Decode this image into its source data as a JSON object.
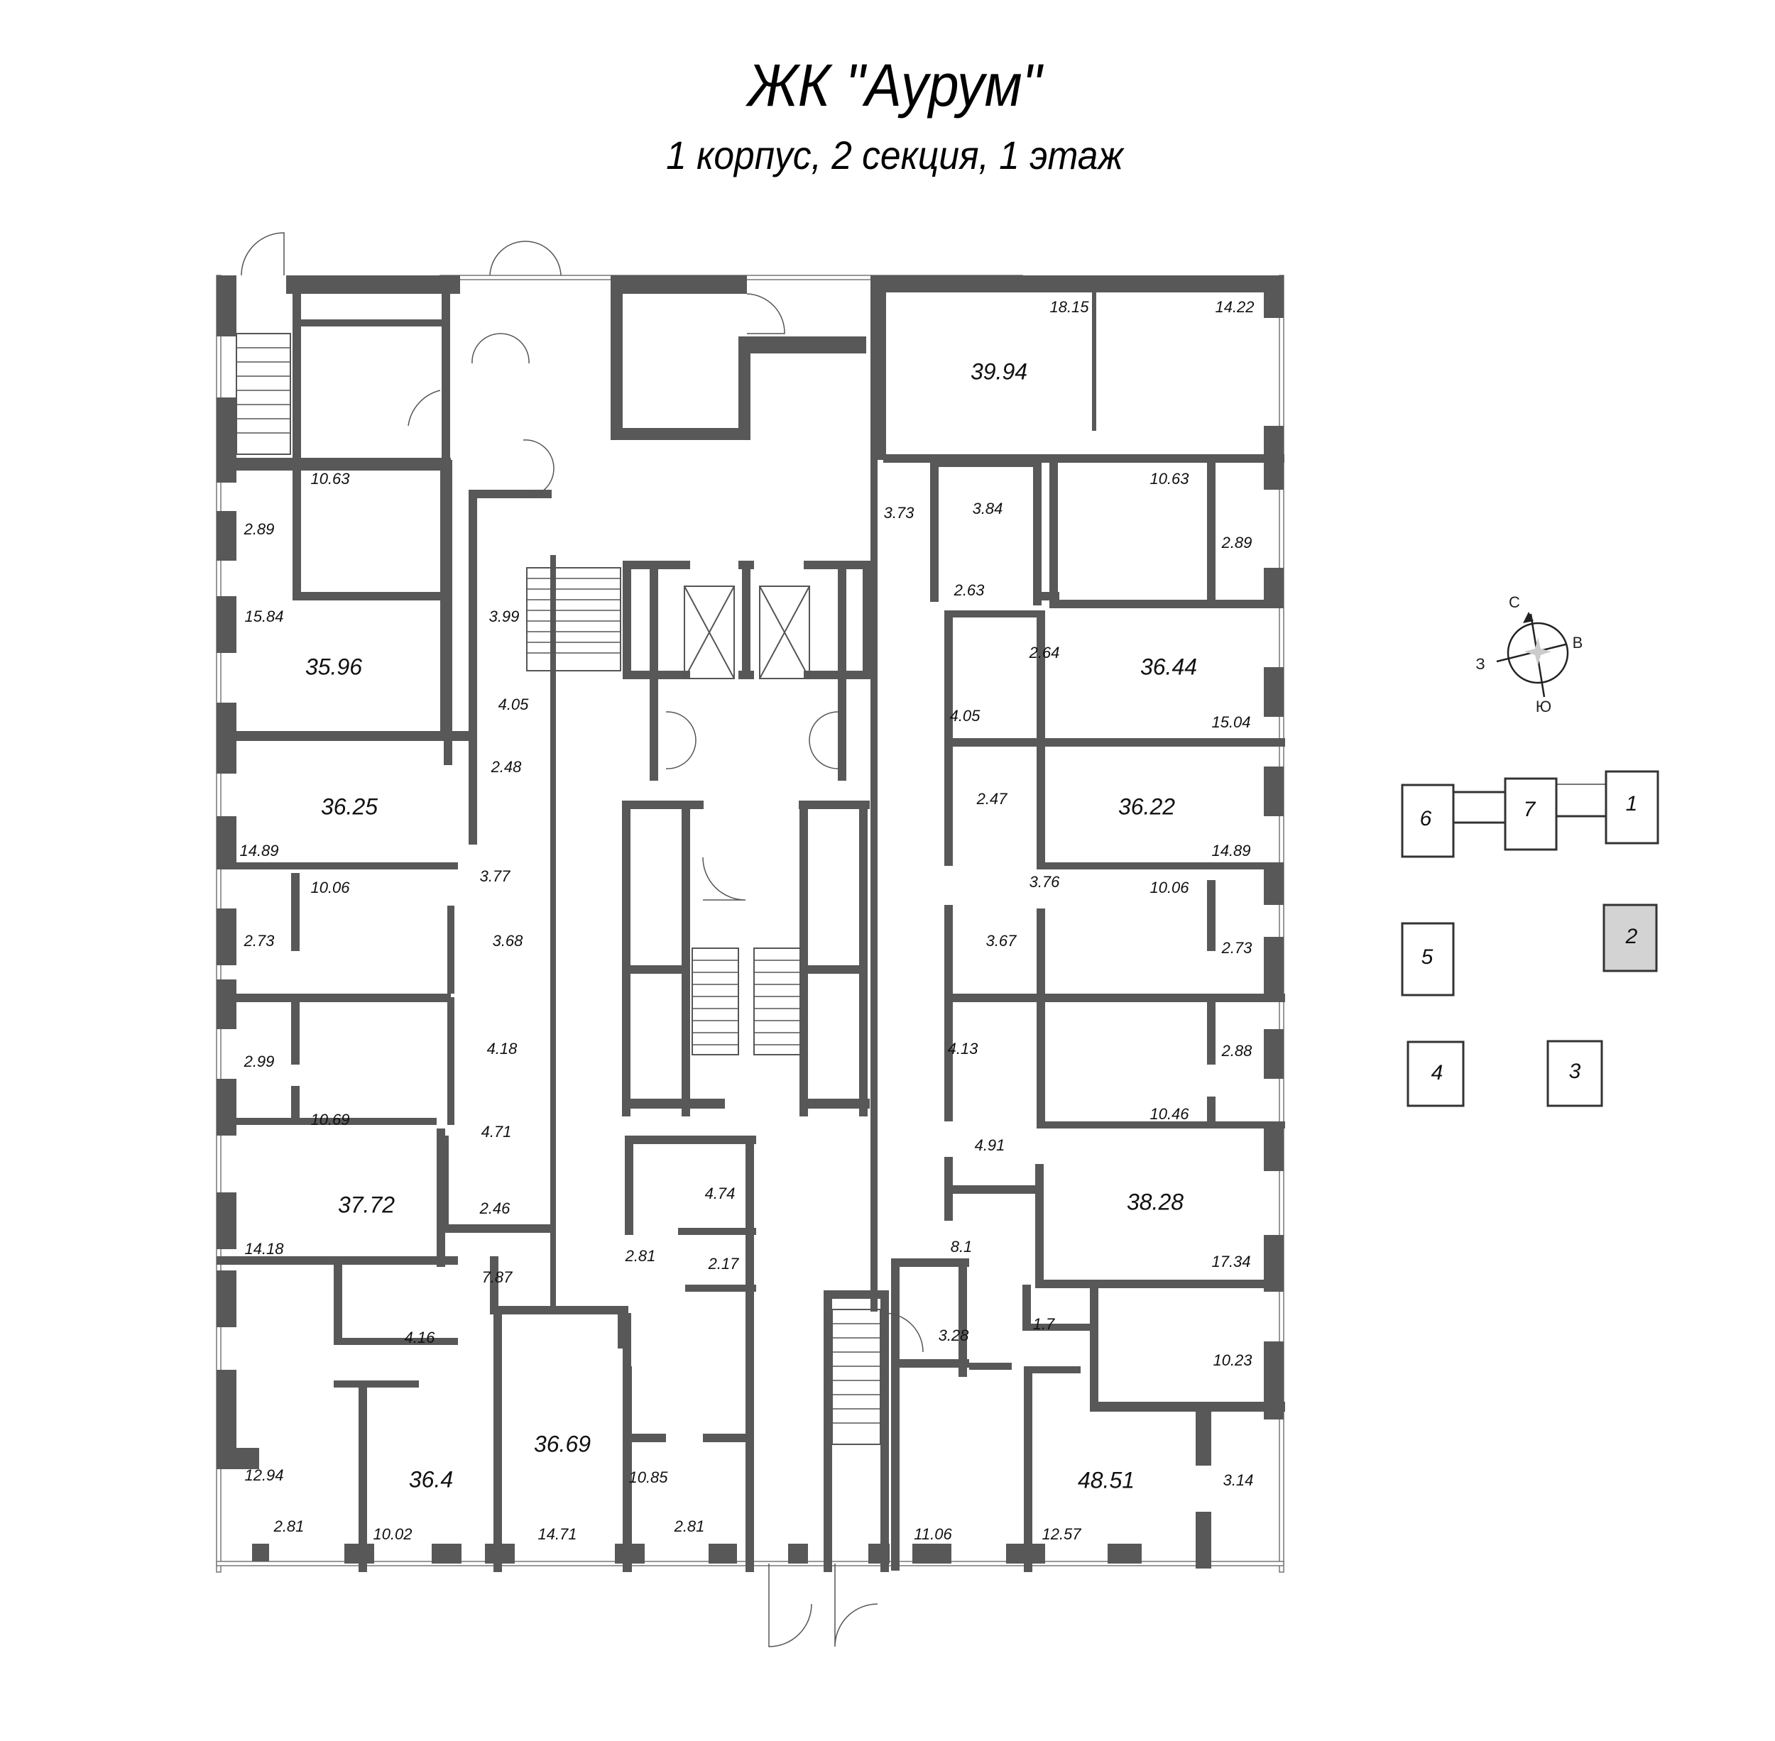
{
  "header": {
    "title": "ЖК \"Аурум\"",
    "subtitle": "1 корпус, 2 секция, 1 этаж"
  },
  "colors": {
    "wall": "#585858",
    "selected_section": "#d3d3d3",
    "background": "#ffffff"
  },
  "compass": {
    "icon": "compass-rose-icon",
    "north": "С",
    "east": "В",
    "south": "Ю",
    "west": "З"
  },
  "section_key": {
    "selected": "2",
    "sections": [
      {
        "id": "6",
        "label": "6"
      },
      {
        "id": "7",
        "label": "7"
      },
      {
        "id": "1",
        "label": "1"
      },
      {
        "id": "5",
        "label": "5"
      },
      {
        "id": "2",
        "label": "2"
      },
      {
        "id": "4",
        "label": "4"
      },
      {
        "id": "3",
        "label": "3"
      }
    ]
  },
  "apartments": [
    {
      "id": "apt-39-94",
      "total": "39.94",
      "rooms": [
        "18.15",
        "14.22",
        "3.73",
        "3.84"
      ]
    },
    {
      "id": "apt-35-96",
      "total": "35.96",
      "rooms": [
        "10.63",
        "2.89",
        "15.84",
        "3.99",
        "4.05"
      ]
    },
    {
      "id": "apt-36-44",
      "total": "36.44",
      "rooms": [
        "10.63",
        "2.89",
        "2.63",
        "2.64",
        "4.05",
        "15.04"
      ]
    },
    {
      "id": "apt-36-25",
      "total": "36.25",
      "rooms": [
        "14.89",
        "2.48",
        "3.77",
        "10.06",
        "2.73",
        "3.68"
      ]
    },
    {
      "id": "apt-36-22",
      "total": "36.22",
      "rooms": [
        "14.89",
        "2.47",
        "3.76",
        "10.06",
        "2.73",
        "3.67"
      ]
    },
    {
      "id": "apt-37-72",
      "total": "37.72",
      "rooms": [
        "2.99",
        "4.18",
        "10.69",
        "4.71",
        "2.46",
        "14.18"
      ]
    },
    {
      "id": "apt-38-28",
      "total": "38.28",
      "rooms": [
        "4.13",
        "2.88",
        "10.46",
        "4.91",
        "17.34"
      ]
    },
    {
      "id": "apt-36-4",
      "total": "36.4",
      "rooms": [
        "7.87",
        "4.16",
        "12.94",
        "2.81",
        "10.02"
      ]
    },
    {
      "id": "apt-36-69",
      "total": "36.69",
      "rooms": [
        "4.74",
        "2.81",
        "2.17",
        "10.85",
        "2.81",
        "14.71"
      ]
    },
    {
      "id": "apt-48-51",
      "total": "48.51",
      "rooms": [
        "8.1",
        "3.28",
        "1.7",
        "10.23",
        "11.06",
        "12.57",
        "3.14"
      ]
    }
  ],
  "labels": {
    "a1": "18.15",
    "a2": "14.22",
    "a3": "39.94",
    "a4": "10.63",
    "a5": "2.89",
    "a6": "3.73",
    "a7": "3.84",
    "a8": "10.63",
    "a9": "2.89",
    "b1": "3.99",
    "b2": "15.84",
    "b3": "2.63",
    "b4": "2.64",
    "b5": "35.96",
    "b6": "36.44",
    "b7": "4.05",
    "b8": "4.05",
    "b9": "15.04",
    "c1": "36.25",
    "c2": "2.48",
    "c3": "2.47",
    "c4": "36.22",
    "c5": "14.89",
    "c6": "3.77",
    "c7": "3.76",
    "c8": "14.89",
    "d1": "10.06",
    "d2": "10.06",
    "d3": "2.73",
    "d4": "3.68",
    "d5": "3.67",
    "d6": "2.73",
    "e1": "2.99",
    "e2": "4.18",
    "e3": "4.13",
    "e4": "2.88",
    "f1": "10.69",
    "f2": "4.71",
    "f3": "4.91",
    "f4": "10.46",
    "g1": "37.72",
    "g2": "2.46",
    "g3": "4.74",
    "g4": "38.28",
    "h1": "14.18",
    "h2": "2.81",
    "h3": "2.17",
    "h4": "8.1",
    "h5": "17.34",
    "i1": "7.87",
    "i2": "4.16",
    "i3": "3.28",
    "i4": "1.7",
    "i5": "10.23",
    "j1": "36.69",
    "j2": "36.4",
    "j3": "12.94",
    "j4": "10.85",
    "j5": "48.51",
    "j6": "3.14",
    "k1": "2.81",
    "k2": "10.02",
    "k3": "14.71",
    "k4": "2.81",
    "k5": "11.06",
    "k6": "12.57"
  }
}
